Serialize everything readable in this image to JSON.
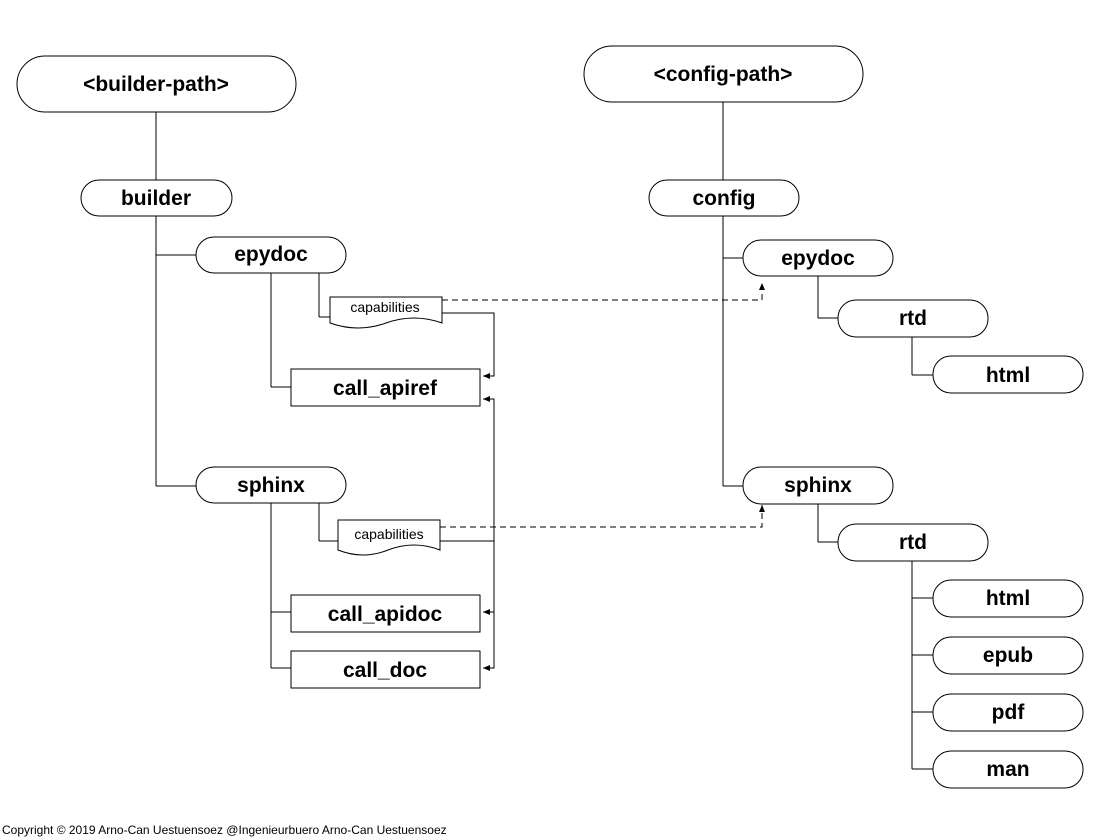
{
  "builder_tree": {
    "root": "<builder-path>",
    "builder": "builder",
    "epydoc": "epydoc",
    "epydoc_capabilities": "capabilities",
    "call_apiref": "call_apiref",
    "sphinx": "sphinx",
    "sphinx_capabilities": "capabilities",
    "call_apidoc": "call_apidoc",
    "call_doc": "call_doc"
  },
  "config_tree": {
    "root": "<config-path>",
    "config": "config",
    "epydoc": "epydoc",
    "epydoc_rtd": "rtd",
    "epydoc_rtd_html": "html",
    "sphinx": "sphinx",
    "sphinx_rtd": "rtd",
    "sphinx_rtd_formats": [
      "html",
      "epub",
      "pdf",
      "man"
    ]
  },
  "footer": {
    "copyright": "Copyright © 2019 Arno-Can Uestuensoez @Ingenieurbuero Arno-Can Uestuensoez"
  }
}
